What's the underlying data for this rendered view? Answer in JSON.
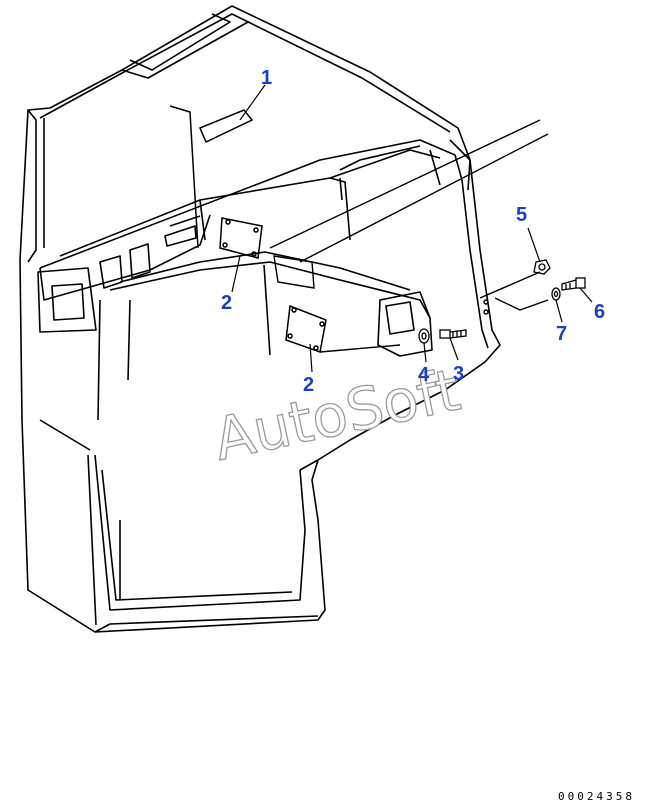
{
  "callouts": {
    "c1": "1",
    "c2a": "2",
    "c2b": "2",
    "c3": "3",
    "c4": "4",
    "c5": "5",
    "c6": "6",
    "c7": "7"
  },
  "watermark": "AutoSoft",
  "document_number": "00024358",
  "colors": {
    "callout": "#1a3fc9",
    "line": "#000000",
    "watermark_outline": "#9a9a9a"
  }
}
